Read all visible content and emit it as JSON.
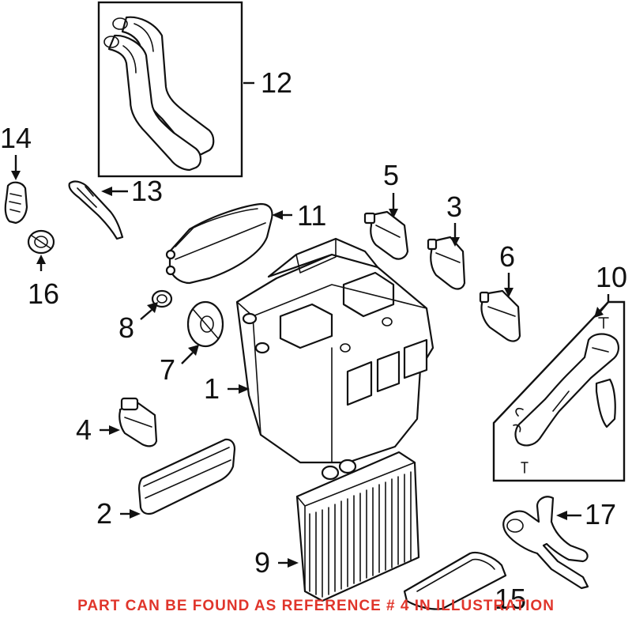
{
  "callouts": {
    "n1": "1",
    "n2": "2",
    "n3": "3",
    "n4": "4",
    "n5": "5",
    "n6": "6",
    "n7": "7",
    "n8": "8",
    "n9": "9",
    "n10": "10",
    "n11": "11",
    "n12": "12",
    "n13": "13",
    "n14": "14",
    "n15": "15",
    "n16": "16",
    "n17": "17"
  },
  "footer_notice": "PART CAN BE FOUND AS REFERENCE # 4 IN ILLUSTRATION",
  "colors": {
    "notice": "#e0352b",
    "linework": "#111111",
    "background": "#ffffff"
  }
}
